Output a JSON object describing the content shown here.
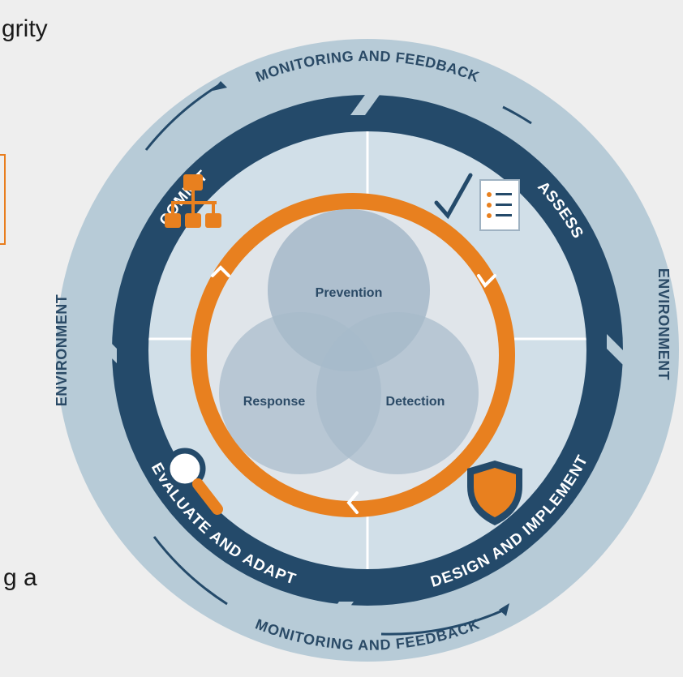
{
  "fragments": {
    "top": "grity",
    "bottom": "g a"
  },
  "diagram": {
    "outer_ring": {
      "top": "MONITORING AND FEEDBACK",
      "bottom": "MONITORING AND FEEDBACK",
      "left": "ENVIRONMENT",
      "right": "ENVIRONMENT"
    },
    "phases": {
      "commit": "COMMIT",
      "assess": "ASSESS",
      "design": "DESIGN AND IMPLEMENT",
      "evaluate": "EVALUATE AND ADAPT"
    },
    "venn": {
      "top": "Prevention",
      "left": "Response",
      "right": "Detection"
    },
    "icons": [
      "org-chart-icon",
      "checklist-icon",
      "shield-icon",
      "magnifier-icon"
    ],
    "colors": {
      "outer_ring": "#b7cbd7",
      "navy_ring": "#244a6a",
      "quadrant_fill": "#d1dfe8",
      "orange": "#e8801f",
      "venn_fill": "#9db2c4",
      "text_navy": "#2b4a66"
    }
  }
}
